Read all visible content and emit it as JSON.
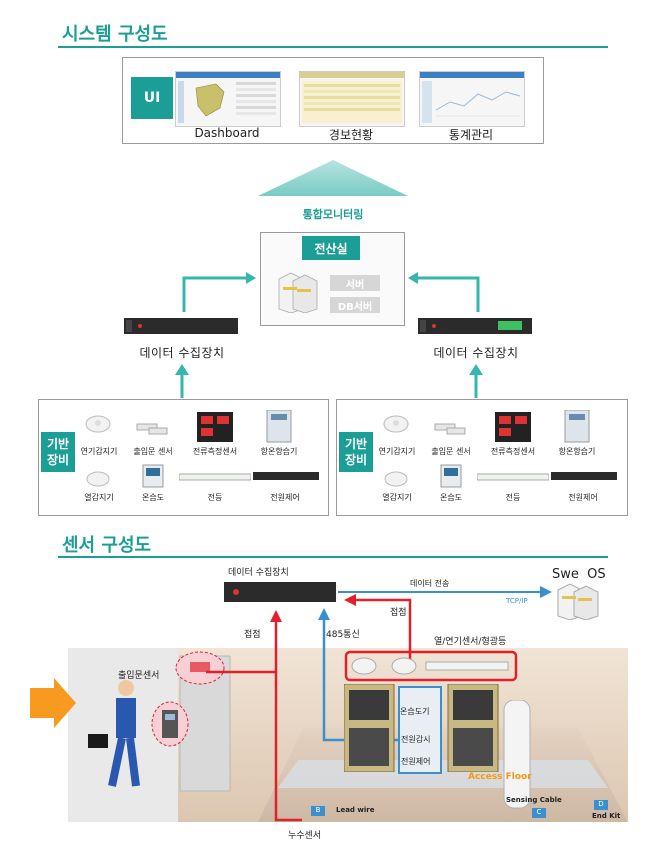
{
  "system_section": {
    "title": "시스템 구성도",
    "ui_badge": "UI",
    "screens": [
      {
        "label": "Dashboard"
      },
      {
        "label": "경보현황"
      },
      {
        "label": "통계관리"
      }
    ],
    "monitoring_label": "통합모니터링",
    "server_room": {
      "title": "전산실",
      "server": "서버",
      "db_server": "DB서버"
    },
    "collector_left": "데이터 수집장치",
    "collector_right": "데이터 수집장치",
    "infra_badge": "기반\n장비",
    "devices_top": [
      "연기감지기",
      "출입문 센서",
      "전류측정센서",
      "항온항습기"
    ],
    "devices_bottom": [
      "열감지기",
      "온습도",
      "전등",
      "전원제어"
    ]
  },
  "sensor_section": {
    "title": "센서 구성도",
    "collector": "데이터 수집장치",
    "data_transfer": "데이터 전송",
    "protocol": "TCP/IP",
    "swe_os": "Swe  OS",
    "contact_top": "접점",
    "contact_left": "접점",
    "rs485": "485통신",
    "heat_smoke": "열/연기센서/형광등",
    "door_sensor": "출입문센서",
    "temp_humidity": "온습도기",
    "power_monitor": "전원감시",
    "power_control": "전원제어",
    "leak_sensor": "누수센서",
    "access_floor": "Access Floor",
    "lead_wire": "Lead wire",
    "sensing_cable": "Sensing Cable",
    "end_kit": "End Kit",
    "tag_b": "B",
    "tag_c": "C",
    "tag_d": "D"
  },
  "colors": {
    "teal": "#1b9e96",
    "red": "#e0212b",
    "blue": "#3a8fd0"
  }
}
